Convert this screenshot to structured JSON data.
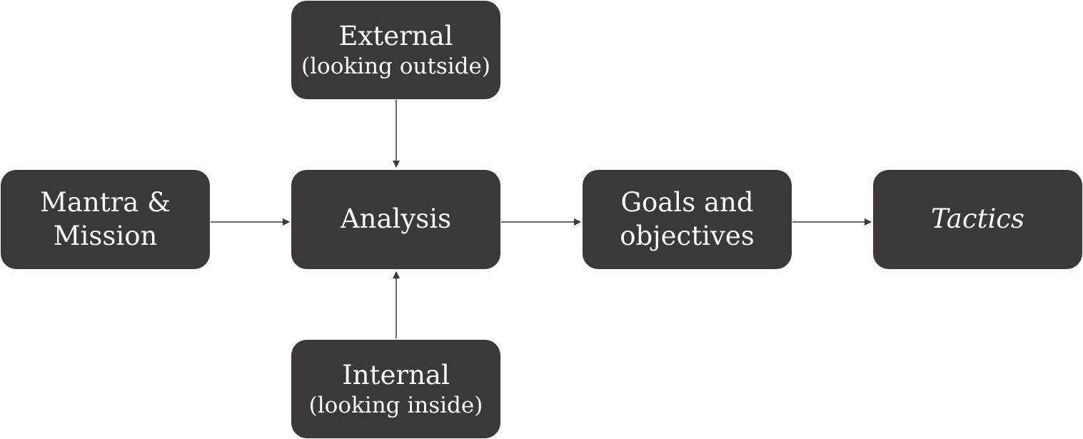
{
  "nodes": {
    "external": {
      "line1": "External",
      "line2": "(looking  outside)"
    },
    "mantra": {
      "line1": "Mantra &",
      "line2": "Mission"
    },
    "analysis": {
      "line1": "Analysis"
    },
    "goals": {
      "line1": "Goals and",
      "line2": "objectives"
    },
    "tactics": {
      "line1": "Tactics"
    },
    "internal": {
      "line1": "Internal",
      "line2": "(looking inside)"
    }
  },
  "colors": {
    "node_fill": "#3a3839",
    "node_text": "#ffffff",
    "arrow": "#3a3839",
    "background": "#ffffff"
  }
}
